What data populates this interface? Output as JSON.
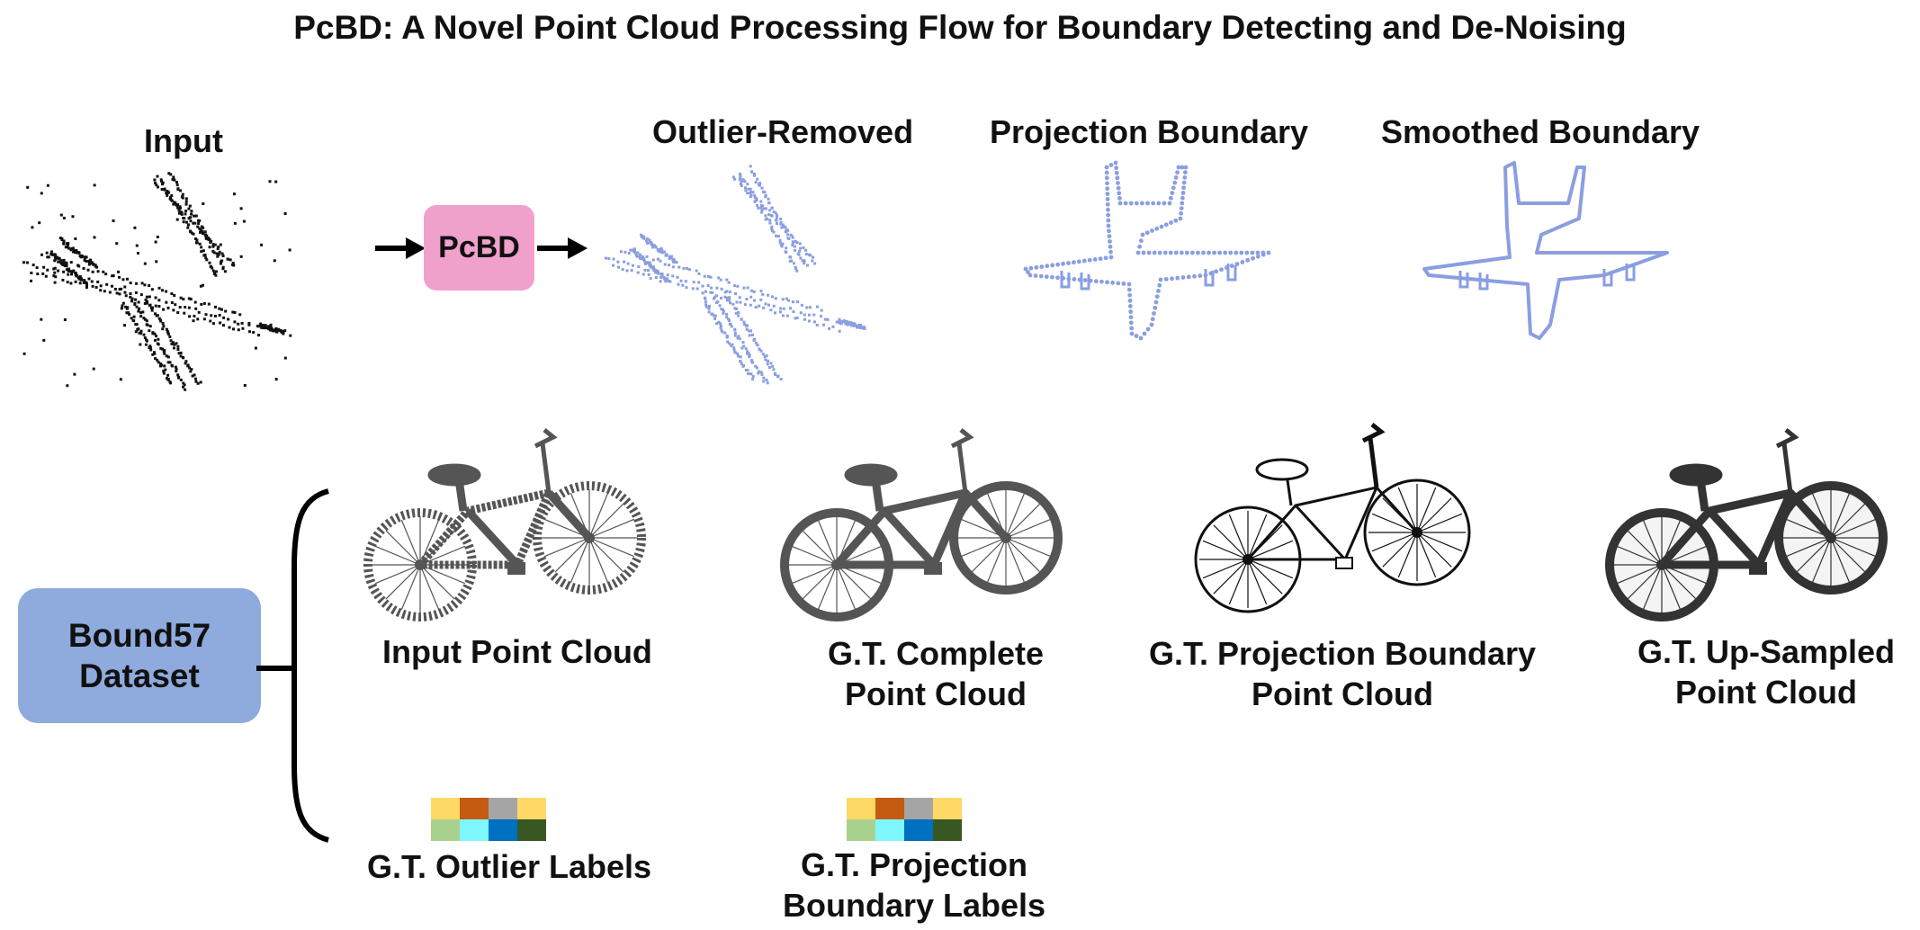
{
  "title": "PcBD: A Novel Point Cloud Processing Flow for Boundary Detecting and De-Noising",
  "pipeline": {
    "input_label": "Input",
    "method_label": "PcBD",
    "outlier_removed_label": "Outlier-Removed",
    "projection_boundary_label": "Projection Boundary",
    "smoothed_boundary_label": "Smoothed Boundary"
  },
  "dataset": {
    "name_line1": "Bound57",
    "name_line2": "Dataset",
    "items": [
      {
        "line1": "Input Point Cloud",
        "line2": ""
      },
      {
        "line1": "G.T. Complete",
        "line2": "Point Cloud"
      },
      {
        "line1": "G.T. Projection Boundary",
        "line2": "Point Cloud"
      },
      {
        "line1": "G.T. Up-Sampled",
        "line2": "Point Cloud"
      }
    ],
    "labels": [
      {
        "line1": "G.T. Outlier Labels",
        "line2": ""
      },
      {
        "line1": "G.T. Projection",
        "line2": "Boundary Labels"
      }
    ]
  },
  "colors": {
    "pcbd_box": "#f0a1cb",
    "dataset_box": "#8faadc",
    "boundary_points": "#8a9ee0",
    "label_swatches": [
      "#ffd966",
      "#c55a11",
      "#a5a5a5",
      "#ffd966",
      "#a9d18e",
      "#7ff7ff",
      "#0070c0",
      "#385723"
    ]
  }
}
